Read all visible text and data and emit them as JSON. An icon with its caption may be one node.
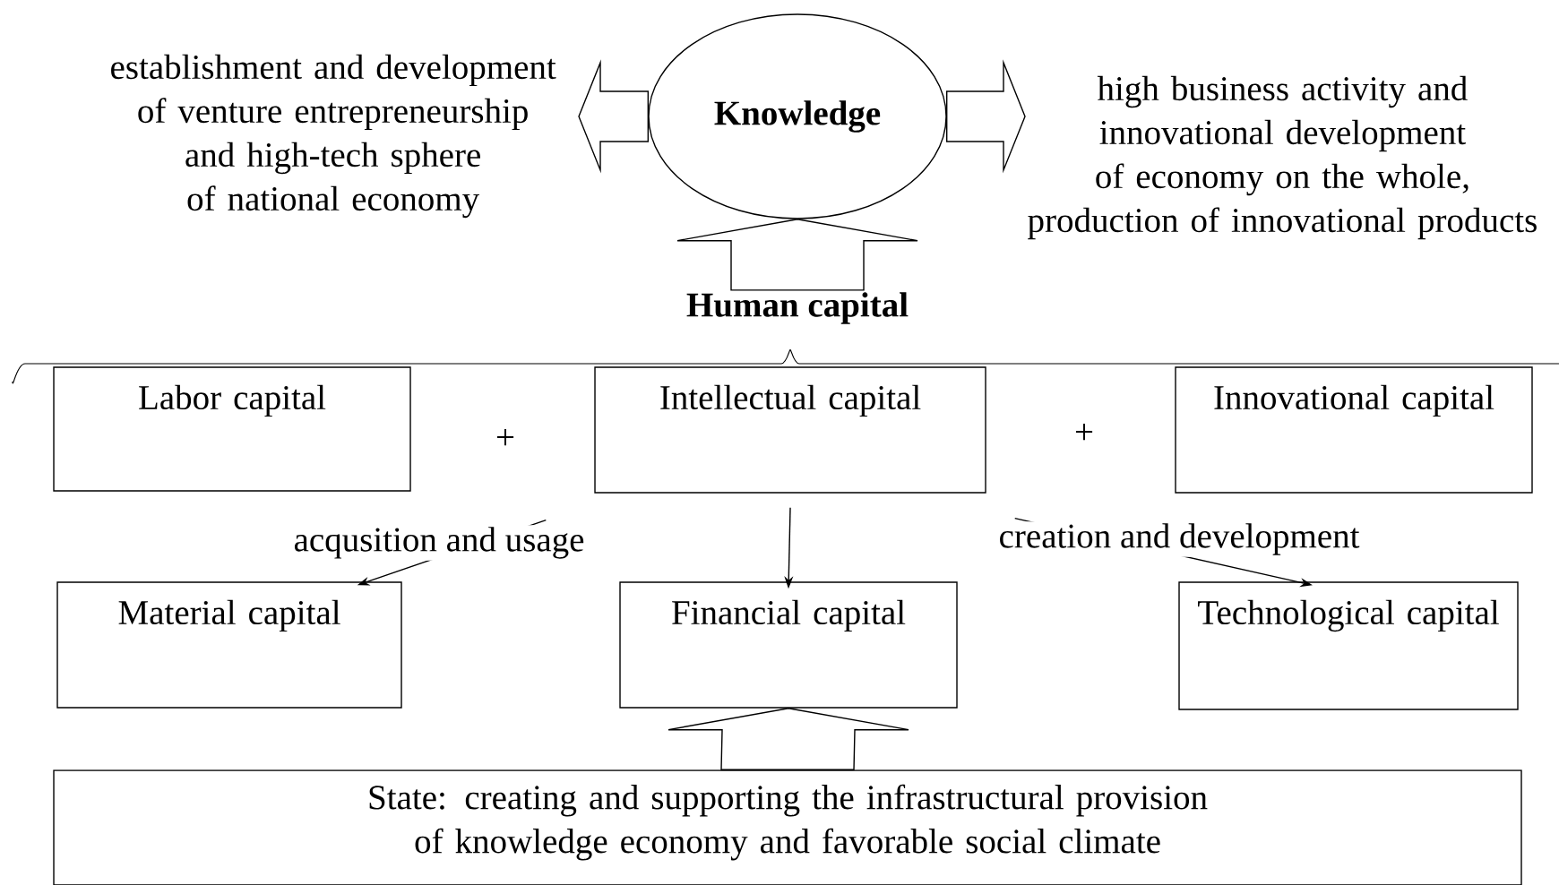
{
  "diagram": {
    "nodes": [
      {
        "text": [
          "**Knowledge**"
        ]
      },
      {
        "text": [
          "establishment and development of venture entrepreneurship and high-tech sphere of national economy"
        ]
      },
      {
        "text": [
          "high business activity and innovational development of economy on the whole, production of innovational products"
        ]
      },
      {
        "text": [
          "**Human capital**"
        ]
      },
      {
        "text": [
          "Labor capital"
        ]
      },
      {
        "text": [
          "Intellectual capital"
        ]
      },
      {
        "text": [
          "Innovational capital"
        ]
      },
      {
        "text": [
          "Material capital"
        ]
      },
      {
        "text": [
          "Financial capital"
        ]
      },
      {
        "text": [
          "Technological capital"
        ]
      },
      {
        "text": [
          "State: creating and supporting the infrastructural provision of knowledge economy and favorable social climate"
        ]
      }
    ],
    "edges": [
      {
        "from": 0,
        "to": 1,
        "arrow": "to",
        "style": "thick"
      },
      {
        "from": 0,
        "to": 2,
        "arrow": "to",
        "style": "thick"
      },
      {
        "from": 3,
        "to": 0,
        "arrow": "to",
        "style": "thick"
      },
      {
        "from": 5,
        "to": 7,
        "arrow": "to",
        "label": "acqusition and usage"
      },
      {
        "from": 5,
        "to": 8,
        "arrow": "to"
      },
      {
        "from": 5,
        "to": 9,
        "arrow": "to",
        "label": "creation and development"
      },
      {
        "from": 10,
        "to": 8,
        "arrow": "to",
        "style": "thick"
      }
    ],
    "labels": [
      "+",
      "+"
    ]
  }
}
